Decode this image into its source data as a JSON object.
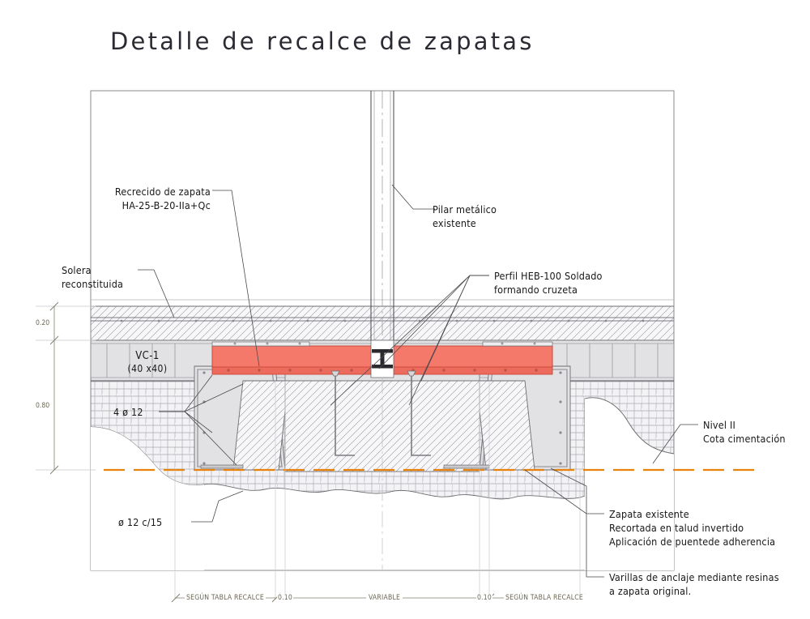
{
  "title": "Detalle de recalce de zapatas",
  "colors": {
    "profile_red": "#F4796B",
    "profile_red_dark": "#D9503F",
    "concrete_grey": "#E2E2E4",
    "soil_grey": "#F2F2F4",
    "line": "#6E6E72",
    "line_dark": "#3A3A3E",
    "level_orange": "#E8820C",
    "dim_text": "#6B6652",
    "text": "#171717",
    "title": "#2B2B33"
  },
  "annotations": {
    "recrecido": {
      "line1": "Recrecido de zapata",
      "line2": "HA-25-B-20-IIa+Qc"
    },
    "solera": {
      "line1": "Solera",
      "line2": "reconstituida"
    },
    "pilar": {
      "line1": "Pilar metálico",
      "line2": "existente"
    },
    "perfil": {
      "line1": "Perfil HEB-100 Soldado",
      "line2": "formando cruzeta"
    },
    "nivel": {
      "line1": "Nivel II",
      "line2": "Cota cimentación"
    },
    "zapata_existente": {
      "line1": "Zapata existente",
      "line2": "Recortada en talud invertido",
      "line3": "Aplicación de puentede adherencia"
    },
    "varillas": {
      "line1": "Varillas de anclaje mediante resinas",
      "line2": "a zapata original."
    },
    "armado_vc": {
      "label": "VC-1",
      "size": "(40 x40)"
    },
    "armadura_sup": "4 ø 12",
    "armadura_inf": "ø 12 c/15"
  },
  "dimensions": {
    "vertical": [
      {
        "name": "solera-thickness",
        "value": "0.20"
      },
      {
        "name": "foundation-depth",
        "value": "0.80"
      }
    ],
    "horizontal": [
      {
        "name": "recalce-left",
        "value": "SEGÚN TABLA RECALCE"
      },
      {
        "name": "gap-left",
        "value": "0.10"
      },
      {
        "name": "variable-center",
        "value": "VARIABLE"
      },
      {
        "name": "gap-right",
        "value": "0.10"
      },
      {
        "name": "recalce-right",
        "value": "SEGÚN TABLA RECALCE"
      }
    ]
  }
}
